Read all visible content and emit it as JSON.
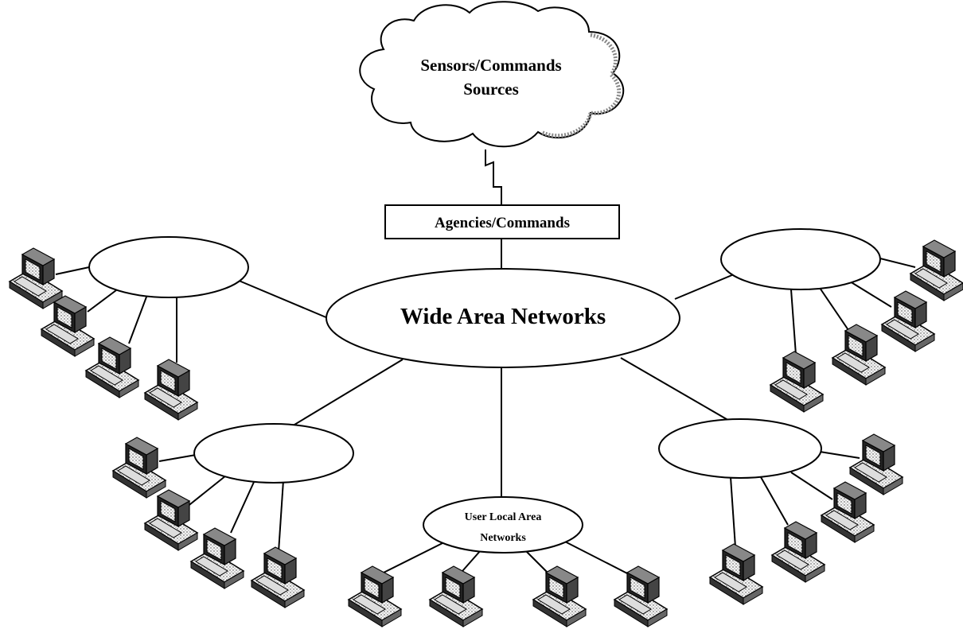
{
  "cloud": {
    "line1": "Sensors/Commands",
    "line2": "Sources"
  },
  "agencies_box": {
    "label": "Agencies/Commands"
  },
  "wan": {
    "label": "Wide Area Networks"
  },
  "lan_center": {
    "line1": "User Local Area",
    "line2": "Networks"
  },
  "workstation_icon": "desktop-computer-icon",
  "colors": {
    "ink": "#000000",
    "background": "#ffffff",
    "device_fill": "#f2f2f2",
    "device_shade": "#555555"
  }
}
